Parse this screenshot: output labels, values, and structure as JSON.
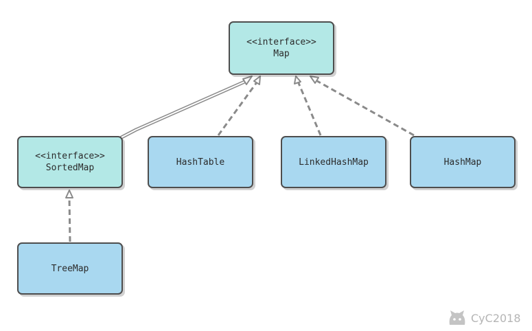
{
  "diagram": {
    "nodes": {
      "map": {
        "stereotype": "<<interface>>",
        "name": "Map"
      },
      "sortedmap": {
        "stereotype": "<<interface>>",
        "name": "SortedMap"
      },
      "hashtable": {
        "name": "HashTable"
      },
      "linkedhashmap": {
        "name": "LinkedHashMap"
      },
      "hashmap": {
        "name": "HashMap"
      },
      "treemap": {
        "name": "TreeMap"
      }
    },
    "relations": [
      {
        "from": "SortedMap",
        "to": "Map",
        "kind": "generalization"
      },
      {
        "from": "HashTable",
        "to": "Map",
        "kind": "realization"
      },
      {
        "from": "LinkedHashMap",
        "to": "Map",
        "kind": "realization"
      },
      {
        "from": "HashMap",
        "to": "Map",
        "kind": "realization"
      },
      {
        "from": "TreeMap",
        "to": "SortedMap",
        "kind": "realization"
      }
    ]
  },
  "watermark": {
    "text": "CyC2018",
    "icon": "github-cat-icon"
  },
  "colors": {
    "interface_fill": "#b3e8e6",
    "class_fill": "#a9d8f0",
    "border": "#4d4d4d",
    "edge": "#8a8a8a"
  }
}
